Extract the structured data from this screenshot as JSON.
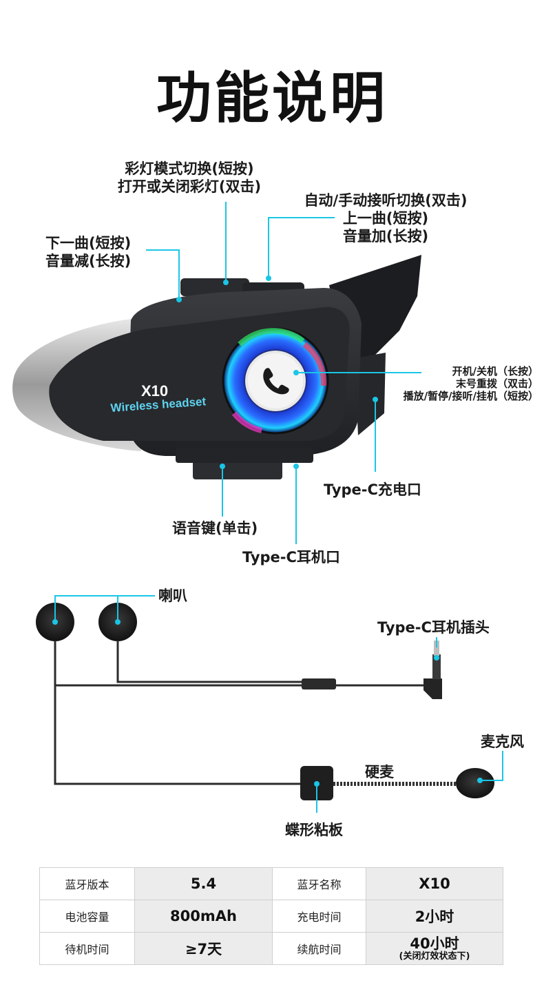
{
  "title": "功能说明",
  "device": {
    "model": "X10",
    "subtitle": "Wireless headset"
  },
  "callouts": {
    "led_mode": [
      "彩灯模式切换(短按)",
      "打开或关闭彩灯(双击)"
    ],
    "answer_mode": [
      "自动/手动接听切换(双击)",
      "上一曲(短按)",
      "音量加(长按)"
    ],
    "next_track": [
      "下一曲(短按)",
      "音量减(长按)"
    ],
    "power": [
      "开机/关机（长按）",
      "末号重拨（双击）",
      "播放/暂停/接听/挂机（短按）"
    ],
    "charge_port": "Type-C充电口",
    "voice_key": "语音键(单击)",
    "earphone_port": "Type-C耳机口"
  },
  "accessory": {
    "speaker": "喇叭",
    "plug": "Type-C耳机插头",
    "mic": "麦克风",
    "boom": "硬麦",
    "pad": "蝶形粘板"
  },
  "specs": {
    "r1": {
      "k1": "蓝牙版本",
      "v1": "5.4",
      "k2": "蓝牙名称",
      "v2": "X10"
    },
    "r2": {
      "k1": "电池容量",
      "v1": "800mAh",
      "k2": "充电时间",
      "v2": "2小时"
    },
    "r3": {
      "k1": "待机时间",
      "v1": "≥7天",
      "k2": "续航时间",
      "v2": "40小时",
      "v2_note": "(关闭灯效状态下)"
    }
  },
  "colors": {
    "accent_cyan": "#19c6e6",
    "device_body": "#2b2d30"
  }
}
